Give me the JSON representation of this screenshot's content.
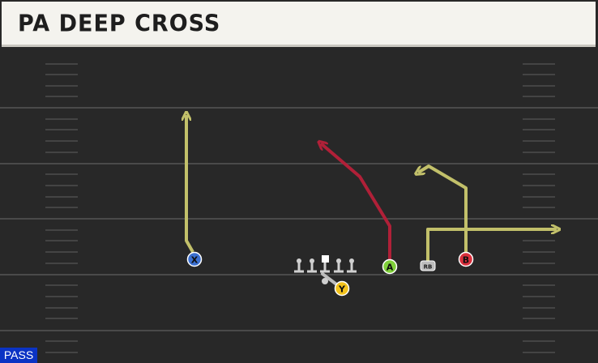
{
  "play": {
    "title": "PA DEEP CROSS",
    "play_type": "PASS"
  },
  "players": {
    "x": "X",
    "y": "Y",
    "a": "A",
    "b": "B",
    "rb": "RB"
  },
  "colors": {
    "field": "#282828",
    "title_background": "#f4f3ee",
    "route_yellow": "#c2c06a",
    "route_red": "#b02038",
    "player_x": "#3a6fd0",
    "player_y": "#f2c21c",
    "player_a": "#7fcf3a",
    "player_b": "#d92f3c",
    "pass_badge": "#0b33c4"
  }
}
